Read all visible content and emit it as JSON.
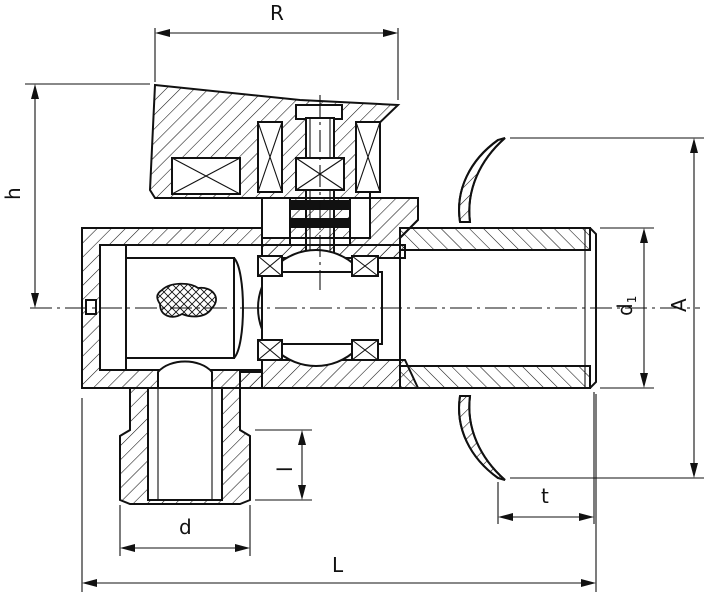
{
  "dimensions": {
    "R": "R",
    "h": "h",
    "A": "A",
    "d1_base": "d",
    "d1_sub": "1",
    "l": "l",
    "t": "t",
    "d": "d",
    "L": "L"
  }
}
